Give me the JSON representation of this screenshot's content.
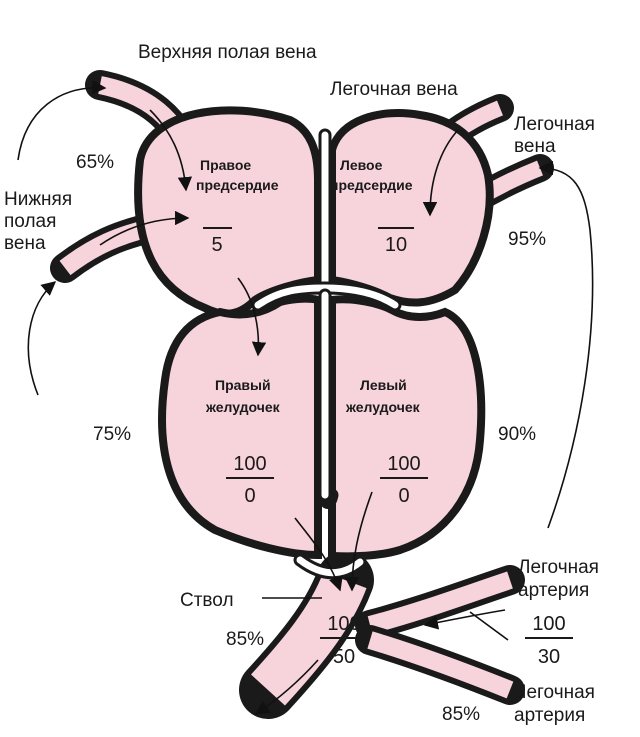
{
  "colors": {
    "chamber_fill": "#f7d3dc",
    "wall_outline": "#1a1a1a",
    "wall_hatch": "#ffffff",
    "text": "#1a1a1a"
  },
  "labels": {
    "superior_vena_cava": "Верхняя полая вена",
    "pulmonary_vein_top": "Легочная вена",
    "pulmonary_vein_right_line1": "Легочная",
    "pulmonary_vein_right_line2": "вена",
    "inferior_vena_cava_line1": "Нижняя",
    "inferior_vena_cava_line2": "полая",
    "inferior_vena_cava_line3": "вена",
    "right_atrium_line1": "Правое",
    "right_atrium_line2": "предсердие",
    "left_atrium_line1": "Левое",
    "left_atrium_line2": "предсердие",
    "right_ventricle_line1": "Правый",
    "right_ventricle_line2": "желудочек",
    "left_ventricle_line1": "Левый",
    "left_ventricle_line2": "желудочек",
    "trunk": "Ствол",
    "pulmonary_artery_upper_line1": "Легочная",
    "pulmonary_artery_upper_line2": "артерия",
    "pulmonary_artery_lower_line1": "Легочная",
    "pulmonary_artery_lower_line2": "артерия"
  },
  "saturations": {
    "right_atrium_inflow": "65%",
    "left_atrium_inflow": "95%",
    "right_ventricle": "75%",
    "left_ventricle": "90%",
    "trunk_outflow": "85%",
    "pulmonary_artery": "85%"
  },
  "pressures": {
    "right_atrium": {
      "numerator": "",
      "denominator": "5"
    },
    "left_atrium": {
      "numerator": "",
      "denominator": "10"
    },
    "right_ventricle": {
      "numerator": "100",
      "denominator": "0"
    },
    "left_ventricle": {
      "numerator": "100",
      "denominator": "0"
    },
    "trunk": {
      "numerator": "100",
      "denominator": "50"
    },
    "pulmonary_artery": {
      "numerator": "100",
      "denominator": "30"
    }
  }
}
